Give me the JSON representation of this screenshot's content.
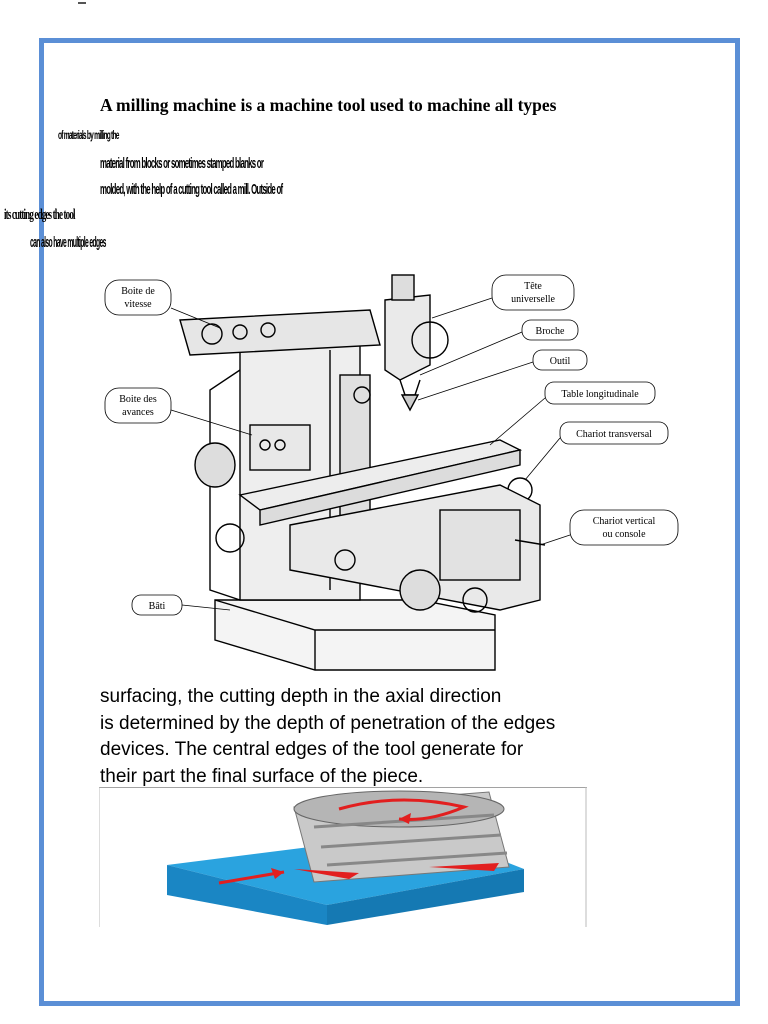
{
  "heading": "A milling machine is a machine tool used to machine all types",
  "condensed_lines": [
    "of materials by milling the",
    "material from blocks or sometimes stamped blanks or",
    "molded, with the help of a cutting tool called a mill. Outside of",
    "its cutting edges the tool",
    "can also have multiple edges"
  ],
  "figure_labels": {
    "boite_vitesse": [
      "Boite de",
      "vitesse"
    ],
    "tete_universelle": [
      "Tête",
      "universelle"
    ],
    "broche": "Broche",
    "outil": "Outil",
    "boite_avances": [
      "Boite des",
      "avances"
    ],
    "table_longitudinale": "Table longitudinale",
    "chariot_transversal": "Chariot transversal",
    "chariot_vertical": [
      "Chariot vertical",
      "ou console"
    ],
    "bati": "Bâti"
  },
  "paragraph": [
    "surfacing, the cutting depth in the axial direction",
    "is determined by the depth of penetration of the edges",
    "devices. The central edges of the tool generate for",
    "their part the final surface of the piece."
  ],
  "colors": {
    "frame": "#5b8fd6",
    "workpiece": "#1e96d6",
    "cut": "#e21f1f",
    "tool": "#b9b9b9"
  }
}
